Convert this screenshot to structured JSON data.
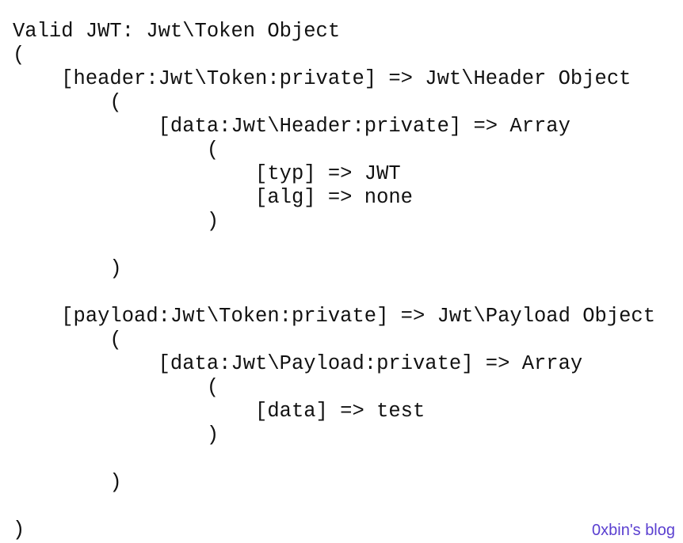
{
  "output": {
    "lines": [
      "Valid JWT: Jwt\\Token Object",
      "(",
      "    [header:Jwt\\Token:private] => Jwt\\Header Object",
      "        (",
      "            [data:Jwt\\Header:private] => Array",
      "                (",
      "                    [typ] => JWT",
      "                    [alg] => none",
      "                )",
      "",
      "        )",
      "",
      "    [payload:Jwt\\Token:private] => Jwt\\Payload Object",
      "        (",
      "            [data:Jwt\\Payload:private] => Array",
      "                (",
      "                    [data] => test",
      "                )",
      "",
      "        )",
      "",
      ")"
    ]
  },
  "watermark": "0xbin's blog",
  "colors": {
    "text": "#111111",
    "watermark": "#5a3fd0",
    "background": "#ffffff"
  }
}
